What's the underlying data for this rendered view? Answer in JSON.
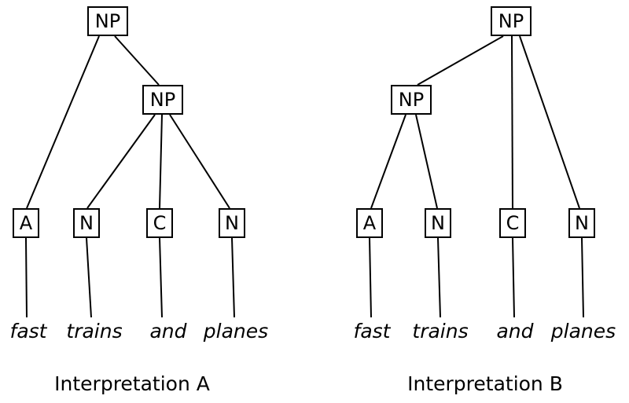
{
  "trees": [
    {
      "caption": "Interpretation A",
      "nodes": [
        {
          "id": "root-np",
          "label": "NP"
        },
        {
          "id": "inner-np",
          "label": "NP"
        },
        {
          "id": "a",
          "label": "A"
        },
        {
          "id": "n1",
          "label": "N"
        },
        {
          "id": "c",
          "label": "C"
        },
        {
          "id": "n2",
          "label": "N"
        }
      ],
      "words": [
        "fast",
        "trains",
        "and",
        "planes"
      ],
      "edges": [
        [
          "root-np",
          "a"
        ],
        [
          "root-np",
          "inner-np"
        ],
        [
          "inner-np",
          "n1"
        ],
        [
          "inner-np",
          "c"
        ],
        [
          "inner-np",
          "n2"
        ],
        [
          "a",
          "fast"
        ],
        [
          "n1",
          "trains"
        ],
        [
          "c",
          "and"
        ],
        [
          "n2",
          "planes"
        ]
      ]
    },
    {
      "caption": "Interpretation B",
      "nodes": [
        {
          "id": "root-np",
          "label": "NP"
        },
        {
          "id": "inner-np",
          "label": "NP"
        },
        {
          "id": "a",
          "label": "A"
        },
        {
          "id": "n1",
          "label": "N"
        },
        {
          "id": "c",
          "label": "C"
        },
        {
          "id": "n2",
          "label": "N"
        }
      ],
      "words": [
        "fast",
        "trains",
        "and",
        "planes"
      ],
      "edges": [
        [
          "root-np",
          "inner-np"
        ],
        [
          "root-np",
          "c"
        ],
        [
          "root-np",
          "n2"
        ],
        [
          "inner-np",
          "a"
        ],
        [
          "inner-np",
          "n1"
        ],
        [
          "a",
          "fast"
        ],
        [
          "n1",
          "trains"
        ],
        [
          "c",
          "and"
        ],
        [
          "n2",
          "planes"
        ]
      ]
    }
  ]
}
